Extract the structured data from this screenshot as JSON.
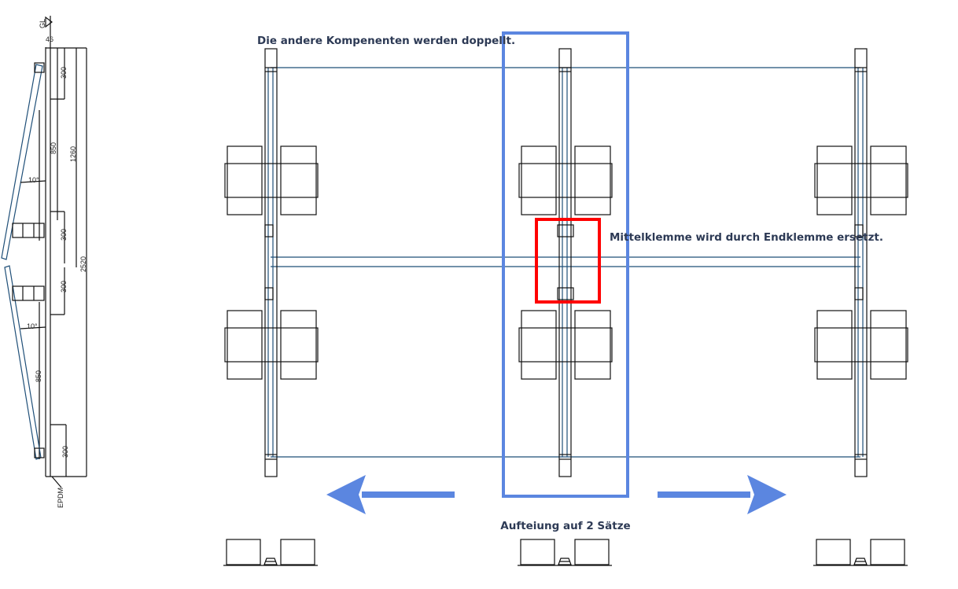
{
  "annotations": {
    "top_note": "Die andere Kompenenten werden doppellt.",
    "clamp_note": "Mittelklemme wird durch Endklemme ersetzt.",
    "split_note": "Aufteiung auf 2 Sätze"
  },
  "side_view": {
    "ground_label": "GL",
    "dim_46": "46",
    "dim_300_a": "300",
    "dim_850_a": "850",
    "dim_1260": "1260",
    "angle_a": "10°",
    "dim_300_b": "300",
    "dim_2520": "2520",
    "dim_300_c": "300",
    "angle_b": "10°",
    "dim_850_b": "850",
    "dim_300_d": "300",
    "epdm_label": "EPDM"
  },
  "colors": {
    "highlight_box": "#5b86e0",
    "clamp_box": "#ff0000",
    "arrow": "#5b86e0",
    "text": "#2d3a55"
  },
  "columns": [
    "left",
    "middle",
    "right"
  ]
}
